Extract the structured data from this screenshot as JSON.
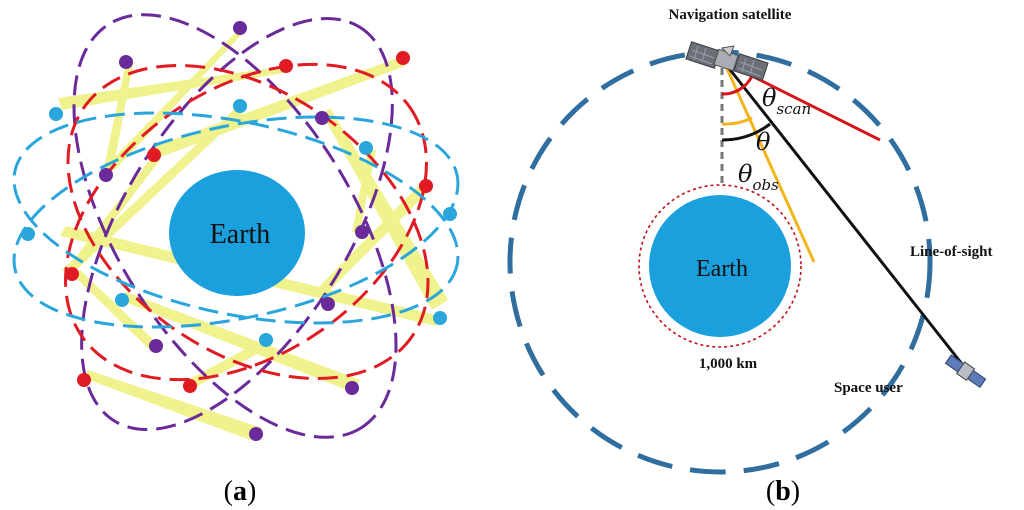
{
  "panel_a": {
    "earth_label": "Earth",
    "caption_open": "(",
    "caption_letter": "a",
    "caption_close": ")",
    "colors": {
      "purple": "#6a2a9a",
      "red": "#e01b24",
      "blue": "#2aa6dc",
      "beam": "#eef07a",
      "earth": "#1aa0dc"
    }
  },
  "panel_b": {
    "earth_label": "Earth",
    "nav_sat_label": "Navigation satellite",
    "theta_scan": {
      "base": "θ",
      "sub": "scan"
    },
    "theta": "θ",
    "theta_obs": {
      "base": "θ",
      "sub": "obs"
    },
    "line_of_sight_label": "Line-of-sight",
    "altitude_label": "1,000 km",
    "space_user_label": "Space user",
    "caption_open": "(",
    "caption_letter": "b",
    "caption_close": ")",
    "colors": {
      "orbit": "#2f6e9e",
      "scan_line": "#d9141c",
      "obs_line": "#f2b51b",
      "sight_line": "#111111",
      "altitude_ring": "#c0101a"
    }
  }
}
